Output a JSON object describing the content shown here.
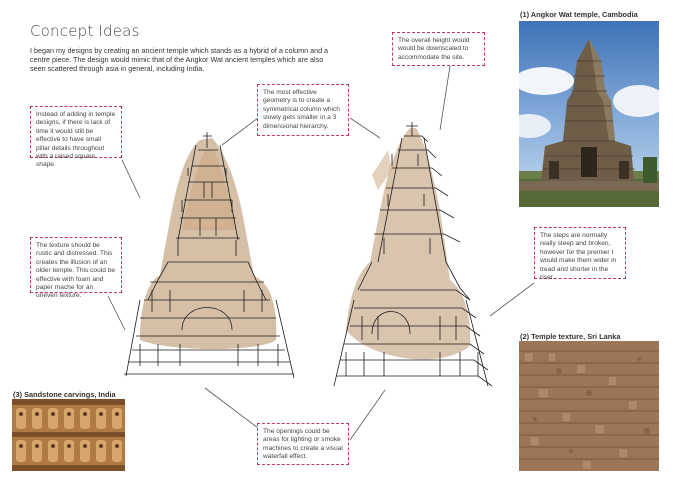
{
  "page": {
    "title": "Concept Ideas",
    "intro": "I began my designs by creating an ancient temple which stands as a hybrid of a column and a centre piece. The design would mimic that of the Angkor Wat ancient temples which are also seen scattered through asia in general, including India."
  },
  "notes": {
    "detail": "Instead of adding in temple designs, if there is lack of time it would still be effective to have small pillar details throughout with a raised square shape.",
    "geometry": "The most effective geometry is to create a symmetrical column which slowly gets smaller in a 3 dimensional hierarchy.",
    "height": "The overall height would would be downscaled to accommodate the site.",
    "texture": "The texture should be rustic and distressed. This creates the illusion of an older temple. This could be effective with foam and paper mache for an uneven texture.",
    "steps": "The steps are normally really steep and broken, however for the premier I would make them wider in tread and shorter in the riser.",
    "openings": "The openings could be areas for lighting or smoke machines to create a visual waterfall effect."
  },
  "references": {
    "photo1_caption": "(1) Angkor Wat temple, Cambodia",
    "photo2_caption": "(2) Temple texture, Sri Lanka",
    "photo3_caption": "(3) Sandstone carvings, India"
  },
  "colors": {
    "note_border": "#c23a5a",
    "wash": "#b48a5e",
    "ink": "#1c1c1c",
    "stone": "#7a6a55"
  }
}
